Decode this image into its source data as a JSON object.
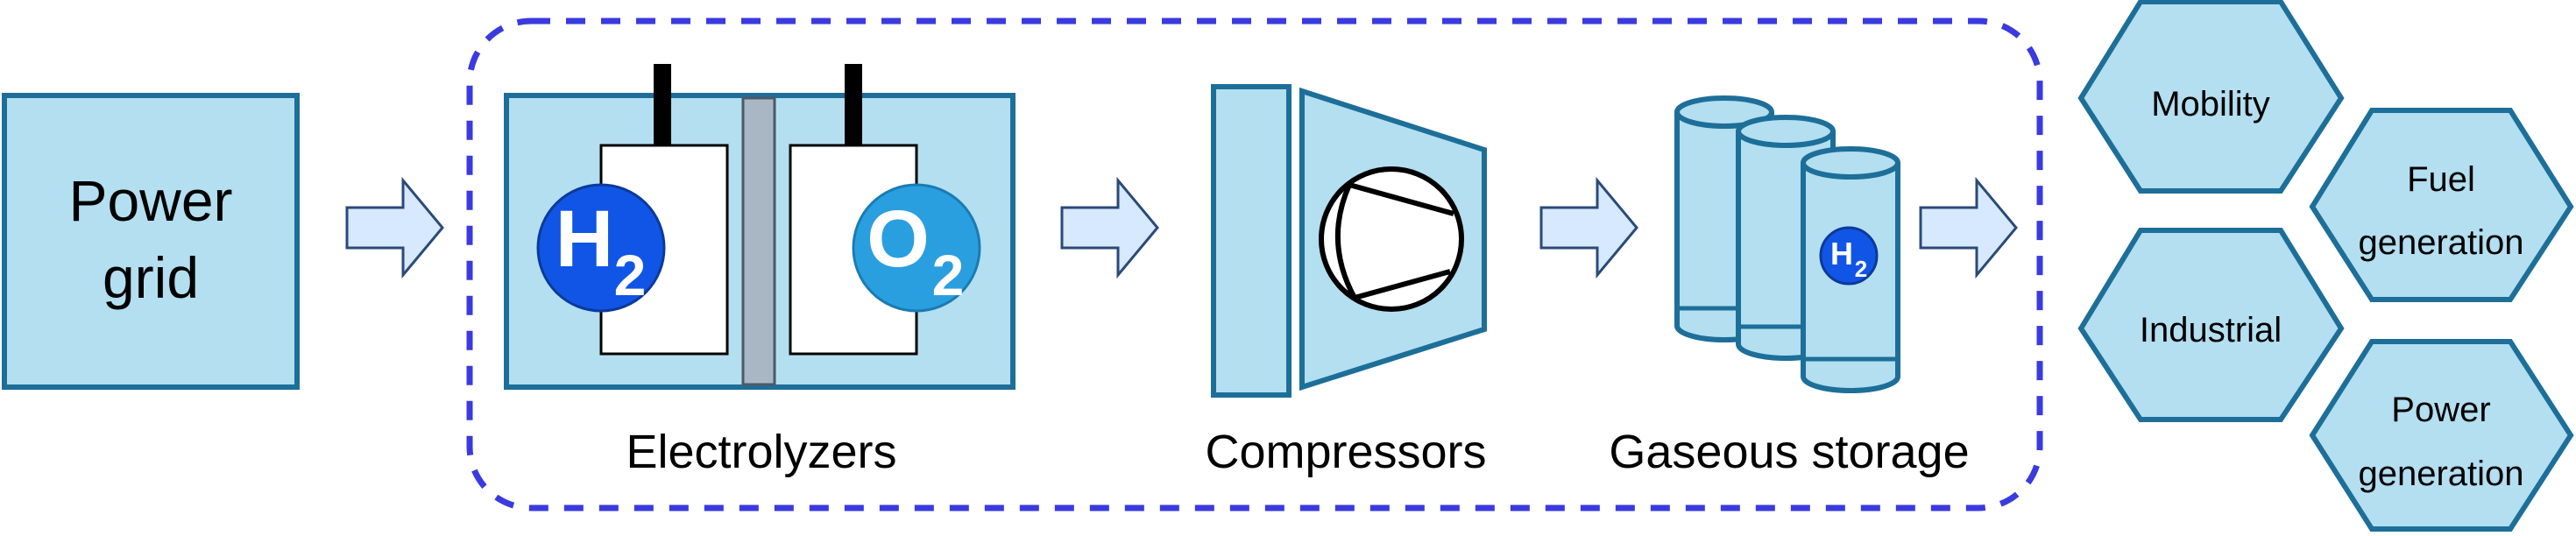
{
  "colors": {
    "fill_light": "#b3dff0",
    "stroke_blue": "#1d6f99",
    "dashed_border": "#3a3ae0",
    "arrow_fill": "#d6e9ff",
    "arrow_stroke": "#2b4a78",
    "membrane": "#a9b7c4",
    "h2_circle": "#1155e6",
    "o2_circle": "#2a9fe0"
  },
  "icons": [
    "h2-badge",
    "o2-badge",
    "compressor-icon",
    "hydrogen-tank-icon",
    "arrow-icon"
  ],
  "source": {
    "line1": "Power",
    "line2": "grid"
  },
  "electrolyzer": {
    "label": "Electrolyzers",
    "h2_letter": "H",
    "h2_sub": "2",
    "o2_letter": "O",
    "o2_sub": "2"
  },
  "compressor": {
    "label": "Compressors"
  },
  "storage": {
    "label": "Gaseous storage",
    "h2_letter": "H",
    "h2_sub": "2"
  },
  "applications": {
    "mobility": "Mobility",
    "industrial": "Industrial",
    "fuel_gen_line1": "Fuel",
    "fuel_gen_line2": "generation",
    "power_gen_line1": "Power",
    "power_gen_line2": "generation"
  }
}
